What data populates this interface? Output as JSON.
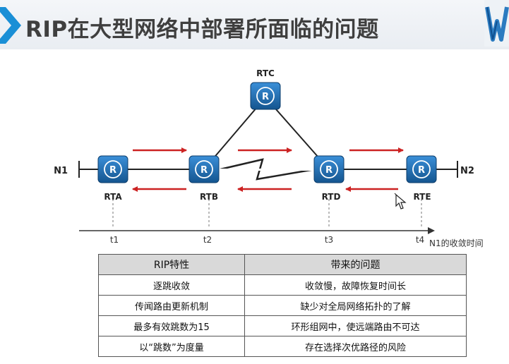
{
  "title": "RIP在大型网络中部署所面临的问题",
  "diagram": {
    "networks": [
      "N1",
      "N2"
    ],
    "routers": {
      "rta": "RTA",
      "rtb": "RTB",
      "rtc": "RTC",
      "rtd": "RTD",
      "rte": "RTE"
    },
    "timeline": {
      "ticks": [
        "t1",
        "t2",
        "t3",
        "t4"
      ],
      "axis_label": "N1的收敛时间"
    },
    "colors": {
      "router_fill": "#1f70b8",
      "arrow": "#cc2222"
    }
  },
  "table": {
    "headers": [
      "RIP特性",
      "带来的问题"
    ],
    "rows": [
      [
        "逐跳收敛",
        "收敛慢，故障恢复时间长"
      ],
      [
        "传闻路由更新机制",
        "缺少对全局网络拓扑的了解"
      ],
      [
        "最多有效跳数为15",
        "环形组网中，使远端路由不可达"
      ],
      [
        "以“跳数”为度量",
        "存在选择次优路径的风险"
      ]
    ]
  }
}
